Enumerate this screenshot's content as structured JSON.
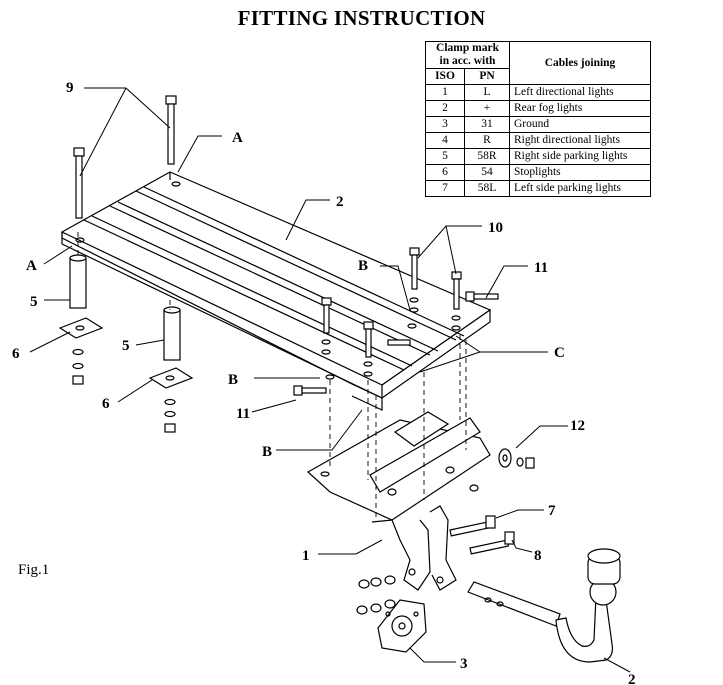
{
  "title": "FITTING INSTRUCTION",
  "table": {
    "header_group": "Clamp mark in acc. with",
    "header_group_line1": "Clamp mark",
    "header_group_line2": "in acc. with",
    "col_iso": "ISO",
    "col_pn": "PN",
    "col_cables": "Cables joining",
    "rows": [
      {
        "iso": "1",
        "pn": "L",
        "cable": "Left directional lights"
      },
      {
        "iso": "2",
        "pn": "+",
        "cable": "Rear fog lights"
      },
      {
        "iso": "3",
        "pn": "31",
        "cable": "Ground"
      },
      {
        "iso": "4",
        "pn": "R",
        "cable": "Right directional lights"
      },
      {
        "iso": "5",
        "pn": "58R",
        "cable": "Right side parking lights"
      },
      {
        "iso": "6",
        "pn": "54",
        "cable": "Stoplights"
      },
      {
        "iso": "7",
        "pn": "58L",
        "cable": "Left side parking lights"
      }
    ]
  },
  "figure_label": "Fig.1",
  "callouts": {
    "c9": "9",
    "cA1": "A",
    "cA2": "A",
    "c2top": "2",
    "c10": "10",
    "c11a": "11",
    "cB1": "B",
    "c5a": "5",
    "c6a": "6",
    "c5b": "5",
    "cC": "C",
    "cB2": "B",
    "c6b": "6",
    "c11b": "11",
    "cB3": "B",
    "c12": "12",
    "c7": "7",
    "c1": "1",
    "c8": "8",
    "c3": "3",
    "c2bot": "2"
  }
}
